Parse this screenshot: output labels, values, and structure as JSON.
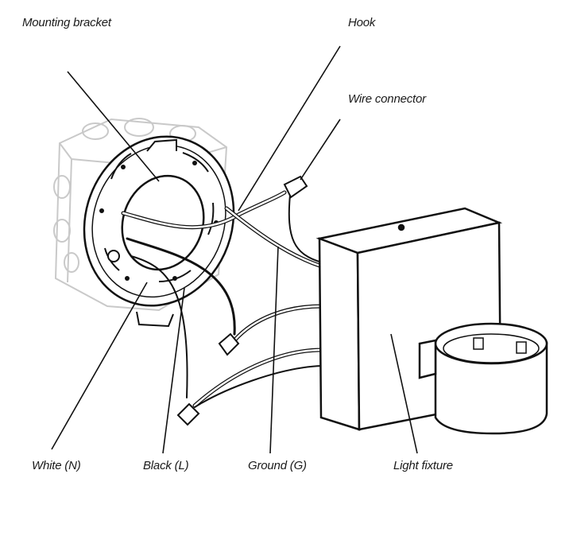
{
  "labels": {
    "mounting_bracket": "Mounting bracket",
    "hook": "Hook",
    "wire_connector": "Wire connector",
    "white": "White (N)",
    "black": "Black (L)",
    "ground": "Ground (G)",
    "light_fixture": "Light fixture"
  }
}
